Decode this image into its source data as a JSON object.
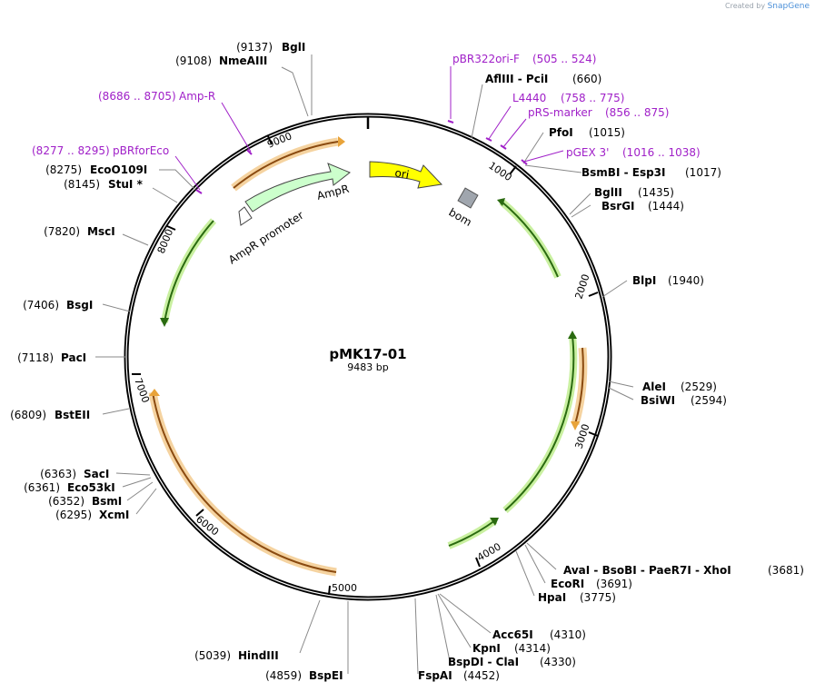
{
  "app": {
    "created_by": "Created by",
    "brand": "SnapGene"
  },
  "plasmid": {
    "name": "pMK17-01",
    "size": "9483 bp"
  },
  "colors": {
    "primer": "#a020c8",
    "ori": "#ffff00",
    "ampr": "#ccffcc",
    "orange": "#e8a33a",
    "green": "#5aa02c"
  },
  "ticks": [
    "1000",
    "2000",
    "3000",
    "4000",
    "5000",
    "6000",
    "7000",
    "8000",
    "9000"
  ],
  "sites": [
    {
      "pos": "(9137)",
      "name": "BglI"
    },
    {
      "pos": "(9108)",
      "name": "NmeAIII"
    },
    {
      "pos": "(8275)",
      "name": "EcoO109I"
    },
    {
      "pos": "(8145)",
      "name": "StuI *"
    },
    {
      "pos": "(7820)",
      "name": "MscI"
    },
    {
      "pos": "(7406)",
      "name": "BsgI"
    },
    {
      "pos": "(7118)",
      "name": "PacI"
    },
    {
      "pos": "(6809)",
      "name": "BstEII"
    },
    {
      "pos": "(6363)",
      "name": "SacI"
    },
    {
      "pos": "(6361)",
      "name": "Eco53kI"
    },
    {
      "pos": "(6352)",
      "name": "BsmI"
    },
    {
      "pos": "(6295)",
      "name": "XcmI"
    },
    {
      "pos": "(5039)",
      "name": "HindIII"
    },
    {
      "pos": "(4859)",
      "name": "BspEI"
    },
    {
      "pos": "(660)",
      "name": "AflIII  - PciI"
    },
    {
      "pos": "(1015)",
      "name": "PfoI"
    },
    {
      "pos": "(1017)",
      "name": "BsmBI  - Esp3I"
    },
    {
      "pos": "(1435)",
      "name": "BglII"
    },
    {
      "pos": "(1444)",
      "name": "BsrGI"
    },
    {
      "pos": "(1940)",
      "name": "BlpI"
    },
    {
      "pos": "(2529)",
      "name": "AleI"
    },
    {
      "pos": "(2594)",
      "name": "BsiWI"
    },
    {
      "pos": "(3681)",
      "name": "AvaI  - BsoBI  - PaeR7I  - XhoI"
    },
    {
      "pos": "(3691)",
      "name": "EcoRI"
    },
    {
      "pos": "(3775)",
      "name": "HpaI"
    },
    {
      "pos": "(4310)",
      "name": "Acc65I"
    },
    {
      "pos": "(4314)",
      "name": "KpnI"
    },
    {
      "pos": "(4330)",
      "name": "BspDI  - ClaI"
    },
    {
      "pos": "(4452)",
      "name": "FspAI"
    }
  ],
  "primers": [
    {
      "name": "pBR322ori-F",
      "range": "(505 .. 524)"
    },
    {
      "name": "L4440",
      "range": "(758 .. 775)"
    },
    {
      "name": "pRS-marker",
      "range": "(856 .. 875)"
    },
    {
      "name": "pGEX 3'",
      "range": "(1016 .. 1038)"
    },
    {
      "name": "Amp-R",
      "range": "(8686 .. 8705)"
    },
    {
      "name": "pBRforEco",
      "range": "(8277 .. 8295)"
    }
  ],
  "features": {
    "ori": "ori",
    "ampr": "AmpR",
    "ampr_promoter": "AmpR promoter",
    "bom": "bom"
  }
}
